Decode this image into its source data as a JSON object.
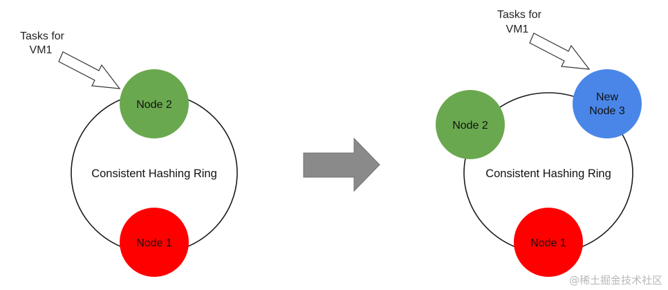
{
  "diagram": {
    "before": {
      "ring_label": "Consistent Hashing Ring",
      "tasks_label_line1": "Tasks for",
      "tasks_label_line2": "VM1",
      "node2": {
        "label": "Node 2",
        "color": "#6aa84f"
      },
      "node1": {
        "label": "Node 1",
        "color": "#ff0000"
      }
    },
    "after": {
      "ring_label": "Consistent Hashing Ring",
      "tasks_label_line1": "Tasks for",
      "tasks_label_line2": "VM1",
      "node2": {
        "label": "Node 2",
        "color": "#6aa84f"
      },
      "node3": {
        "label_line1": "New",
        "label_line2": "Node 3",
        "color": "#4a86e8"
      },
      "node1": {
        "label": "Node 1",
        "color": "#ff0000"
      }
    },
    "transition_arrow_color": "#8a8a8a",
    "watermark": "@稀土掘金技术社区"
  }
}
